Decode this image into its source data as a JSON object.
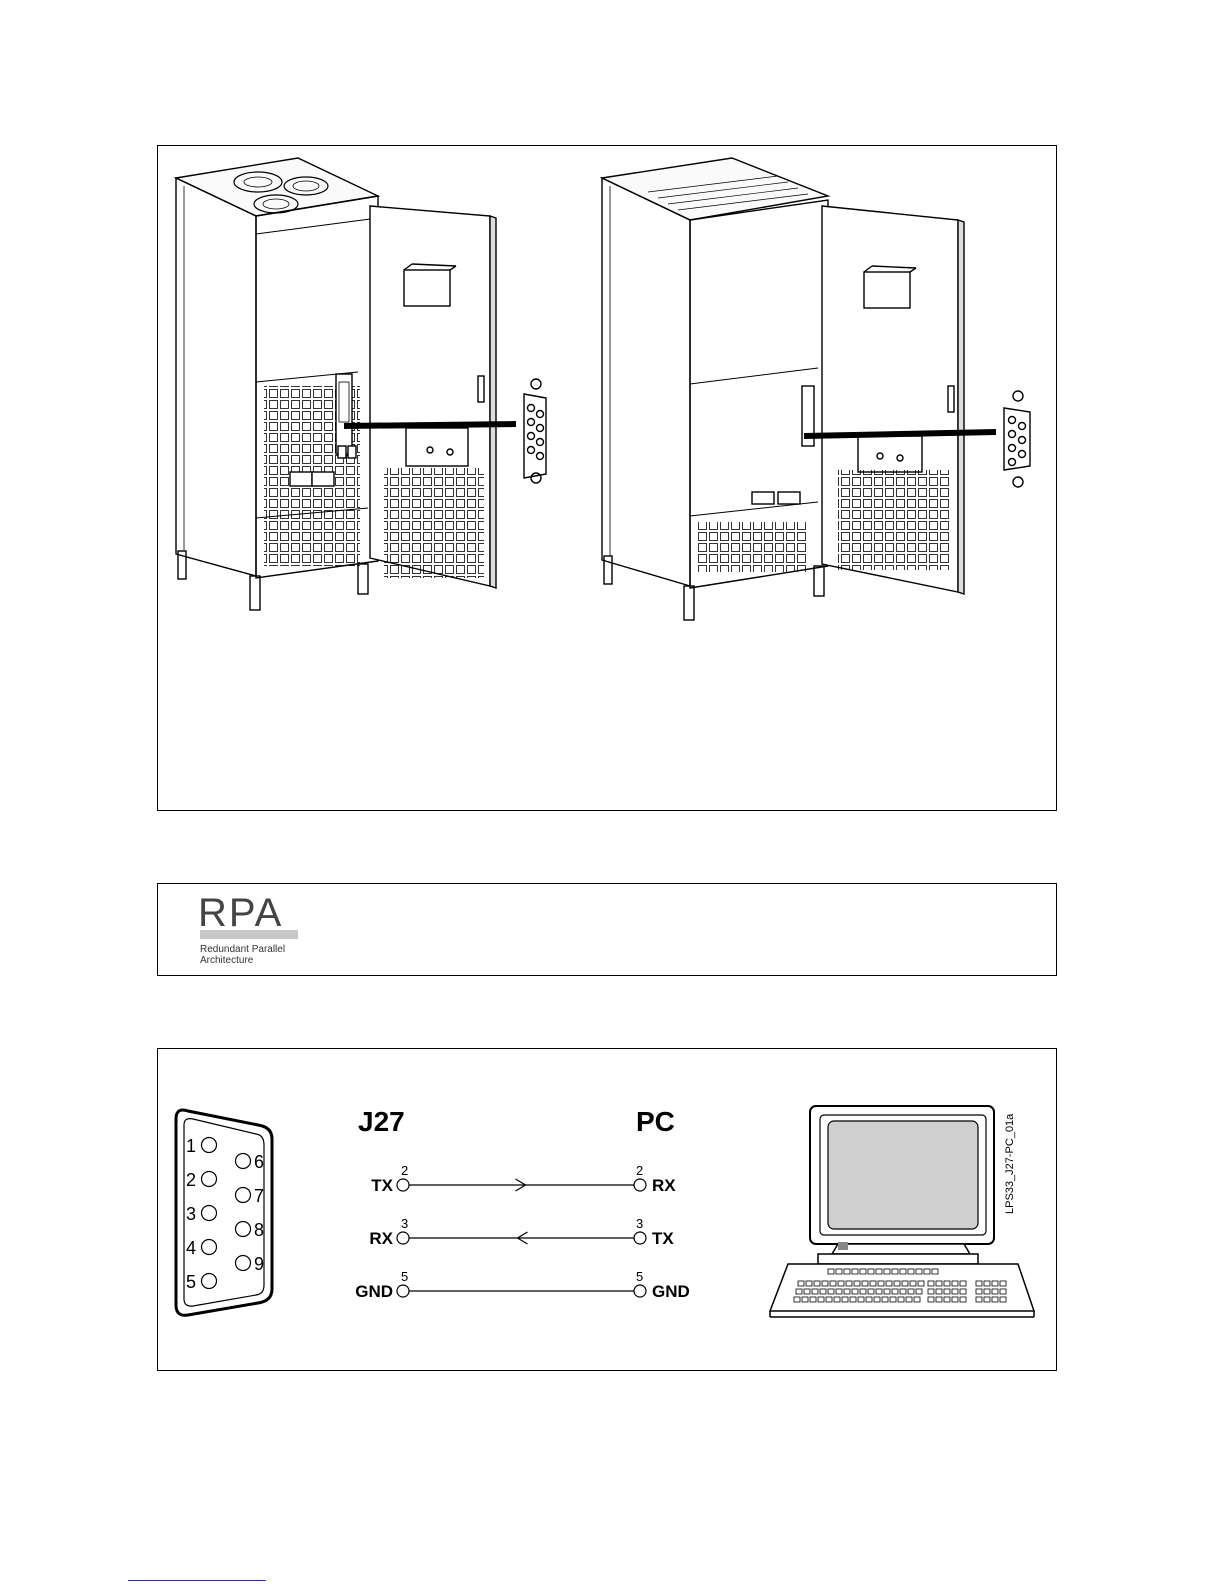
{
  "rpa_logo": {
    "mark": "RPA",
    "line1": "Redundant Parallel",
    "line2": "Architecture"
  },
  "wiring": {
    "left_header": "J27",
    "right_header": "PC",
    "drawing_code": "LPS33_J27-PC_01a",
    "connector_pins_left": [
      "1",
      "2",
      "3",
      "4",
      "5"
    ],
    "connector_pins_right": [
      "6",
      "7",
      "8",
      "9"
    ],
    "rows": [
      {
        "left_label": "TX",
        "left_pin": "2",
        "right_label": "RX",
        "right_pin": "2",
        "direction": "right"
      },
      {
        "left_label": "RX",
        "left_pin": "3",
        "right_label": "TX",
        "right_pin": "3",
        "direction": "left"
      },
      {
        "left_label": "GND",
        "left_pin": "5",
        "right_label": "GND",
        "right_pin": "5",
        "direction": "none"
      }
    ]
  }
}
